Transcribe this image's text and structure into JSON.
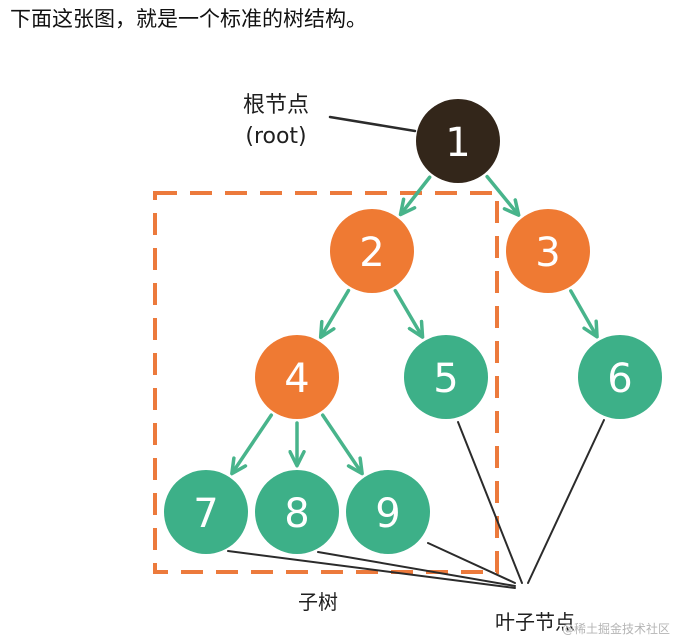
{
  "heading": "下面这张图，就是一个标准的树结构。",
  "labels": {
    "root_cn": "根节点",
    "root_en": "(root)",
    "subtree": "子树",
    "leaf": "叶子节点"
  },
  "watermark": "@稀土掘金技术社区",
  "colors": {
    "root": "#33261a",
    "internal": "#ef7a33",
    "leaf": "#3db088",
    "arrow": "#48b48b",
    "subtree_border": "#ec7a3c",
    "pointer_line": "#2b2b2b"
  },
  "nodes": [
    {
      "id": "1",
      "label": "1",
      "kind": "root"
    },
    {
      "id": "2",
      "label": "2",
      "kind": "internal"
    },
    {
      "id": "3",
      "label": "3",
      "kind": "internal"
    },
    {
      "id": "4",
      "label": "4",
      "kind": "internal"
    },
    {
      "id": "5",
      "label": "5",
      "kind": "leaf"
    },
    {
      "id": "6",
      "label": "6",
      "kind": "leaf"
    },
    {
      "id": "7",
      "label": "7",
      "kind": "leaf"
    },
    {
      "id": "8",
      "label": "8",
      "kind": "leaf"
    },
    {
      "id": "9",
      "label": "9",
      "kind": "leaf"
    }
  ],
  "edges": [
    {
      "from": "1",
      "to": "2"
    },
    {
      "from": "1",
      "to": "3"
    },
    {
      "from": "2",
      "to": "4"
    },
    {
      "from": "2",
      "to": "5"
    },
    {
      "from": "3",
      "to": "6"
    },
    {
      "from": "4",
      "to": "7"
    },
    {
      "from": "4",
      "to": "8"
    },
    {
      "from": "4",
      "to": "9"
    }
  ]
}
